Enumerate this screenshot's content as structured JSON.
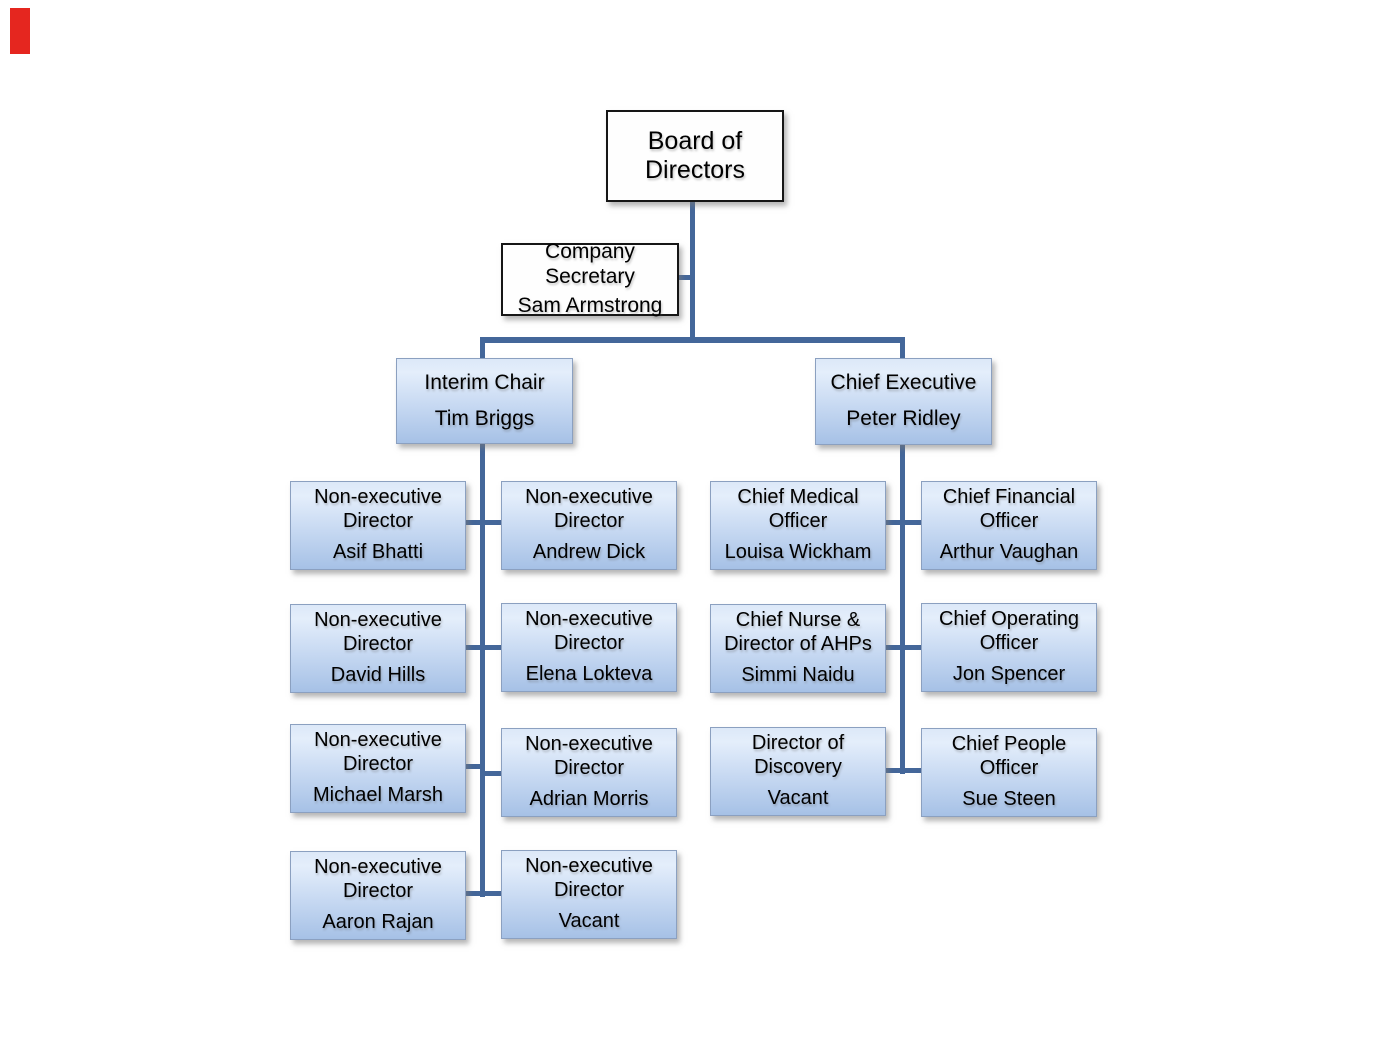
{
  "artifact": {
    "color": "#e5261f"
  },
  "colors": {
    "connector": "#44679a",
    "box_gradient_top": "#dce8f8",
    "box_gradient_bottom": "#a6c1e6",
    "box_border": "#8ba0c0",
    "plain_box_border": "#161616",
    "text": "#000000"
  },
  "org": {
    "root": {
      "title": "Board of Directors"
    },
    "secretary": {
      "title": "Company Secretary",
      "name": "Sam Armstrong"
    },
    "branches": [
      {
        "title": "Interim Chair",
        "name": "Tim Briggs",
        "children": [
          {
            "title": "Non-executive Director",
            "name": "Asif Bhatti"
          },
          {
            "title": "Non-executive Director",
            "name": "Andrew Dick"
          },
          {
            "title": "Non-executive Director",
            "name": "David Hills"
          },
          {
            "title": "Non-executive Director",
            "name": "Elena Lokteva"
          },
          {
            "title": "Non-executive Director",
            "name": "Michael Marsh"
          },
          {
            "title": "Non-executive Director",
            "name": "Adrian Morris"
          },
          {
            "title": "Non-executive Director",
            "name": "Aaron Rajan"
          },
          {
            "title": "Non-executive Director",
            "name": "Vacant"
          }
        ]
      },
      {
        "title": "Chief Executive",
        "name": "Peter Ridley",
        "children": [
          {
            "title": "Chief Medical Officer",
            "name": "Louisa Wickham"
          },
          {
            "title": "Chief Financial Officer",
            "name": "Arthur Vaughan"
          },
          {
            "title": "Chief Nurse & Director of AHPs",
            "name": "Simmi Naidu"
          },
          {
            "title": "Chief Operating Officer",
            "name": "Jon Spencer"
          },
          {
            "title": "Director of Discovery",
            "name": "Vacant"
          },
          {
            "title": "Chief People Officer",
            "name": "Sue Steen"
          }
        ]
      }
    ]
  }
}
